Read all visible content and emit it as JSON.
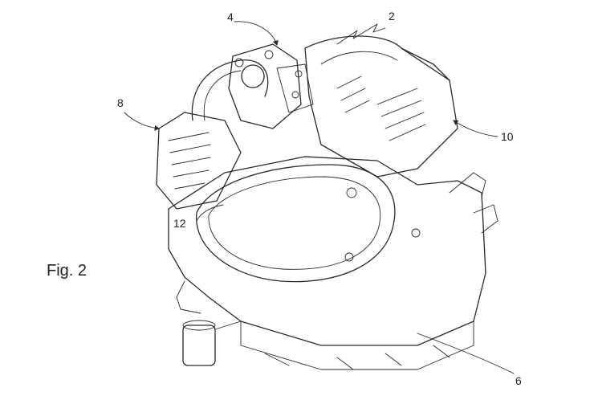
{
  "figure": {
    "caption": "Fig. 2",
    "reference_numerals": [
      "2",
      "4",
      "8",
      "10",
      "12",
      "6"
    ]
  }
}
